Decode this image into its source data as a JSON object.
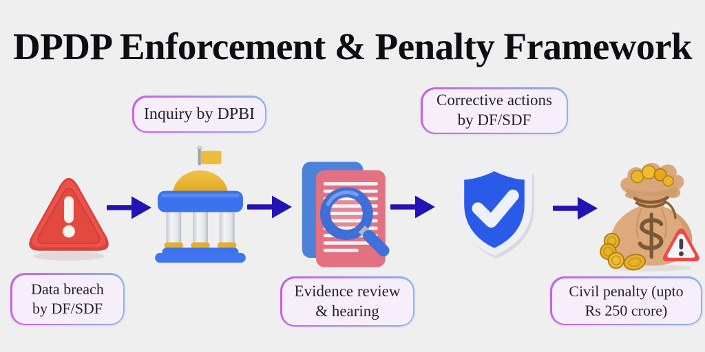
{
  "page": {
    "title": "DPDP Enforcement & Penalty Framework"
  },
  "style": {
    "background": "#efeff0",
    "title_color": "#0e0e10",
    "arrow_color": "#2412b4",
    "label_fill": "#f7eefb",
    "label_border_start": "#c95fe8",
    "label_border_end": "#88b4ef",
    "label_text_color": "#232329"
  },
  "flow": {
    "steps": [
      {
        "id": "data-breach",
        "icon": "alert-triangle-3d-icon",
        "label_lines": [
          "Data breach",
          "by DF/SDF"
        ],
        "label_position": "below-icon"
      },
      {
        "id": "inquiry",
        "icon": "government-building-3d-icon",
        "label_lines": [
          "Inquiry by DPBI"
        ],
        "label_position": "above-icon"
      },
      {
        "id": "evidence-review",
        "icon": "document-magnifier-3d-icon",
        "label_lines": [
          "Evidence review",
          "& hearing"
        ],
        "label_position": "below-icon"
      },
      {
        "id": "corrective-actions",
        "icon": "shield-check-3d-icon",
        "label_lines": [
          "Corrective actions",
          "by DF/SDF"
        ],
        "label_position": "above-icon"
      },
      {
        "id": "civil-penalty",
        "icon": "money-bag-warning-3d-icon",
        "label_lines": [
          "Civil penalty (upto",
          "Rs 250 crore)"
        ],
        "label_position": "below-icon"
      }
    ],
    "connector_count": 4
  }
}
